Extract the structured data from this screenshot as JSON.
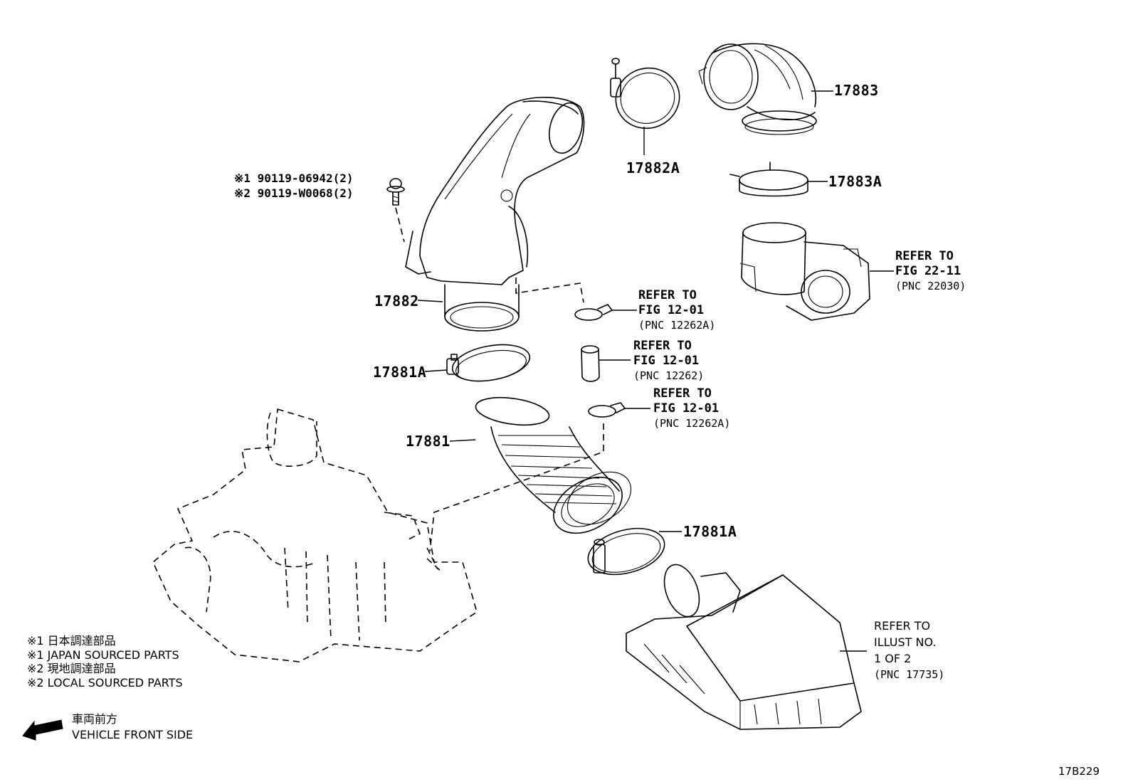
{
  "parts": {
    "p17883": "17883",
    "p17882a": "17882A",
    "p17883a": "17883A",
    "p17882": "17882",
    "p17881a_top": "17881A",
    "p17881": "17881",
    "p17881a_bottom": "17881A"
  },
  "bolt": {
    "line1": "※1 90119-06942(2)",
    "line2": "※2 90119-W0068(2)"
  },
  "refs": {
    "throttle": {
      "l1": "REFER TO",
      "l2": "FIG 22-11",
      "l3": "(PNC 22030)"
    },
    "clip_top": {
      "l1": "REFER TO",
      "l2": "FIG 12-01",
      "l3": "(PNC 12262A)"
    },
    "hose": {
      "l1": "REFER TO",
      "l2": "FIG 12-01",
      "l3": "(PNC 12262)"
    },
    "clip_bottom": {
      "l1": "REFER TO",
      "l2": "FIG 12-01",
      "l3": "(PNC 12262A)"
    },
    "air_cleaner": {
      "l1": "REFER TO",
      "l2": "ILLUST NO.",
      "l3": "1 OF 2",
      "l4": "(PNC 17735)"
    }
  },
  "legend": {
    "l1": "※1  日本調達部品",
    "l2": "※1  JAPAN SOURCED PARTS",
    "l3": "※2  現地調達部品",
    "l4": "※2  LOCAL SOURCED PARTS"
  },
  "front": {
    "ja": "車両前方",
    "en": "VEHICLE FRONT SIDE"
  },
  "figure_id": "17B229"
}
